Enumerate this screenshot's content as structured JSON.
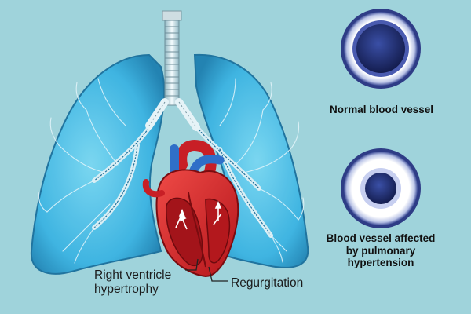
{
  "labels": {
    "normal_vessel": "Normal blood vessel",
    "affected_vessel_line1": "Blood vessel affected",
    "affected_vessel_line2": "by pulmonary",
    "affected_vessel_line3": "hypertension",
    "rv_line1": "Right ventricle",
    "rv_line2": "hypertrophy",
    "regurgitation": "Regurgitation"
  },
  "colors": {
    "background": "#9fd3db",
    "lung": "#4ec3ea",
    "lung_dark": "#1d7fb0",
    "airway": "#e9f6fa",
    "heart_red": "#d8262c",
    "heart_dark": "#8b1014",
    "vein_blue": "#2f6fc8",
    "vessel_navy": "#1d2a66"
  }
}
